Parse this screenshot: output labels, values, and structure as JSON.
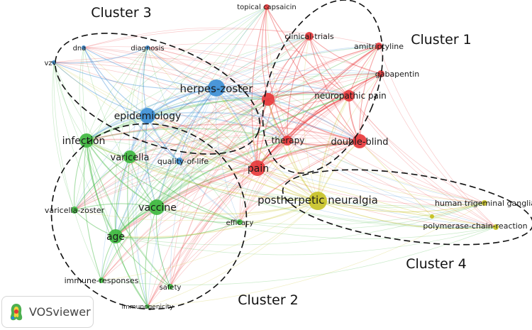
{
  "app": {
    "brand_name": "VOSviewer"
  },
  "colors": {
    "cluster1": "#e8393c",
    "cluster2": "#3fb83f",
    "cluster3": "#3d8fd6",
    "cluster4": "#c8c227"
  },
  "clusters": [
    {
      "id": "c1",
      "label": "Cluster 1",
      "color": "#e8393c"
    },
    {
      "id": "c2",
      "label": "Cluster 2",
      "color": "#3fb83f"
    },
    {
      "id": "c3",
      "label": "Cluster 3",
      "color": "#3d8fd6"
    },
    {
      "id": "c4",
      "label": "Cluster 4",
      "color": "#c8c227"
    }
  ],
  "nodes": [
    {
      "id": "topical-capsaicin",
      "label": "topical capsaicin",
      "cluster": "c1"
    },
    {
      "id": "clinical-trials",
      "label": "clinical-trials",
      "cluster": "c1"
    },
    {
      "id": "amitriptyline",
      "label": "amitriptyline",
      "cluster": "c1"
    },
    {
      "id": "gabapentin",
      "label": "gabapentin",
      "cluster": "c1"
    },
    {
      "id": "neuropathic-pain",
      "label": "neuropathic pain",
      "cluster": "c1"
    },
    {
      "id": "c1-hub",
      "label": "",
      "cluster": "c1"
    },
    {
      "id": "therapy",
      "label": "therapy",
      "cluster": "c1"
    },
    {
      "id": "double-blind",
      "label": "double-blind",
      "cluster": "c1"
    },
    {
      "id": "pain",
      "label": "pain",
      "cluster": "c1"
    },
    {
      "id": "dna",
      "label": "dna",
      "cluster": "c3"
    },
    {
      "id": "vzv",
      "label": "vzv",
      "cluster": "c3"
    },
    {
      "id": "diagnosis",
      "label": "diagnosis",
      "cluster": "c3"
    },
    {
      "id": "herpes-zoster",
      "label": "herpes-zoster",
      "cluster": "c3"
    },
    {
      "id": "epidemiology",
      "label": "epidemiology",
      "cluster": "c3"
    },
    {
      "id": "quality-of-life",
      "label": "quality-of-life",
      "cluster": "c3"
    },
    {
      "id": "infection",
      "label": "infection",
      "cluster": "c2"
    },
    {
      "id": "varicella",
      "label": "varicella",
      "cluster": "c2"
    },
    {
      "id": "vaccine",
      "label": "vaccine",
      "cluster": "c2"
    },
    {
      "id": "varicella-zoster",
      "label": "varicella-zoster",
      "cluster": "c2"
    },
    {
      "id": "age",
      "label": "age",
      "cluster": "c2"
    },
    {
      "id": "efficacy",
      "label": "efficacy",
      "cluster": "c2"
    },
    {
      "id": "immune-responses",
      "label": "immune-responses",
      "cluster": "c2"
    },
    {
      "id": "safety",
      "label": "safety",
      "cluster": "c2"
    },
    {
      "id": "immunogenicity",
      "label": "immunogenicity",
      "cluster": "c2"
    },
    {
      "id": "postherpetic-neuralgia",
      "label": "postherpetic neuralgia",
      "cluster": "c4"
    },
    {
      "id": "human-trigeminal-ganglia",
      "label": "human trigeminal ganglia",
      "cluster": "c4"
    },
    {
      "id": "polymerase-chain-reaction",
      "label": "polymerase-chain-reaction",
      "cluster": "c4"
    }
  ]
}
